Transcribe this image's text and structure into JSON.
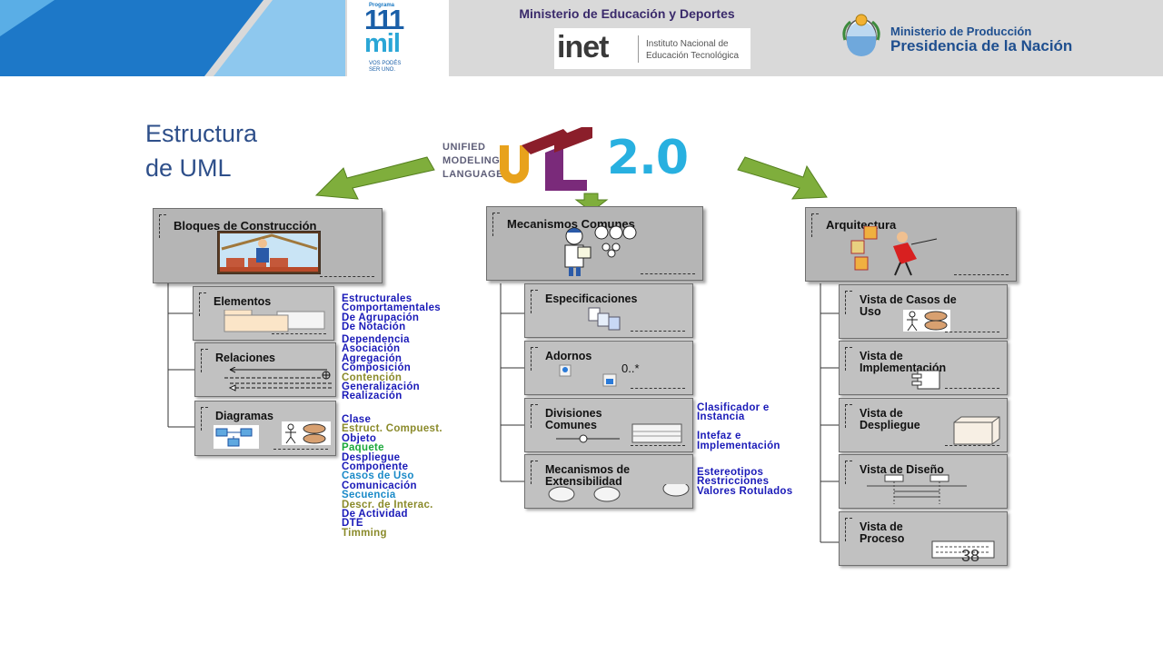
{
  "header": {
    "ministry": "Ministerio de Educación y Deportes",
    "logo_111mil": {
      "program": "Programa",
      "big": "111",
      "mil": "mil",
      "tagline1": "VOS PODÉS",
      "tagline2": "SER UNO."
    },
    "inet": {
      "word": "inet",
      "line1": "Instituto Nacional de",
      "line2": "Educación Tecnológica"
    },
    "produccion": {
      "line1": "Ministerio de Producción",
      "line2": "Presidencia de la Nación"
    }
  },
  "slide": {
    "title_line1": "Estructura",
    "title_line2": "de UML",
    "page_number": "38"
  },
  "uml_logo": {
    "line1": "UNIFIED",
    "line2": "MODELING",
    "line3": "LANGUAGE",
    "version": "2.0"
  },
  "colors": {
    "blue_band": "#1d78c8",
    "light_band": "#8ec8ee",
    "arrow": "#7fae3c",
    "box": "#b5b5b5",
    "list_blue": "#1a1ab8"
  },
  "columns": {
    "bloques": {
      "title": "Bloques de Construcción",
      "elementos": {
        "label": "Elementos",
        "items": [
          {
            "text": "Estructurales",
            "color": "#1a1ab8"
          },
          {
            "text": "Comportamentales",
            "color": "#1a1ab8"
          },
          {
            "text": "De Agrupación",
            "color": "#1a1ab8"
          },
          {
            "text": "De Notación",
            "color": "#1a1ab8"
          }
        ]
      },
      "relaciones": {
        "label": "Relaciones",
        "items": [
          {
            "text": "Dependencia",
            "color": "#1a1ab8"
          },
          {
            "text": "Asociación",
            "color": "#1a1ab8"
          },
          {
            "text": "Agregación",
            "color": "#1a1ab8"
          },
          {
            "text": "Composición",
            "color": "#1a1ab8"
          },
          {
            "text": "Contención",
            "color": "#8a8a2a"
          },
          {
            "text": "Generalización",
            "color": "#1a1ab8"
          },
          {
            "text": "Realización",
            "color": "#1a1ab8"
          }
        ]
      },
      "diagramas": {
        "label": "Diagramas",
        "items": [
          {
            "text": "Clase",
            "color": "#1a1ab8"
          },
          {
            "text": "Estruct. Compuest.",
            "color": "#8a8a2a"
          },
          {
            "text": "Objeto",
            "color": "#1a1ab8"
          },
          {
            "text": "Paquete",
            "color": "#1aa83a"
          },
          {
            "text": "Despliegue",
            "color": "#1a1ab8"
          },
          {
            "text": "Componente",
            "color": "#1a1ab8"
          },
          {
            "text": "Casos de Uso",
            "color": "#1a8ac8"
          },
          {
            "text": "Comunicación",
            "color": "#1a1ab8"
          },
          {
            "text": "Secuencia",
            "color": "#1a8ac8"
          },
          {
            "text": "Descr. de Interac.",
            "color": "#8a8a2a"
          },
          {
            "text": "De Actividad",
            "color": "#1a1ab8"
          },
          {
            "text": "DTE",
            "color": "#1a1ab8"
          },
          {
            "text": "Timming",
            "color": "#8a8a2a"
          }
        ]
      }
    },
    "mecanismos": {
      "title": "Mecanismos Comunes",
      "especificaciones": {
        "label": "Especificaciones"
      },
      "adornos": {
        "label": "Adornos",
        "multiplicity": "0..*"
      },
      "divisiones": {
        "label": "Divisiones\nComunes",
        "notes": [
          "Clasificador e",
          "Instancia",
          "",
          "Intefaz e",
          "Implementación"
        ]
      },
      "extensibilidad": {
        "label": "Mecanismos de\nExtensibilidad",
        "notes": [
          "Estereotipos",
          "Restricciones",
          "Valores Rotulados"
        ]
      }
    },
    "arquitectura": {
      "title": "Arquitectura",
      "views": [
        {
          "label": "Vista de Casos de\nUso"
        },
        {
          "label": "Vista de\nImplementación"
        },
        {
          "label": "Vista de\nDespliegue"
        },
        {
          "label": "Vista de Diseño"
        },
        {
          "label": "Vista de\nProceso"
        }
      ]
    }
  }
}
